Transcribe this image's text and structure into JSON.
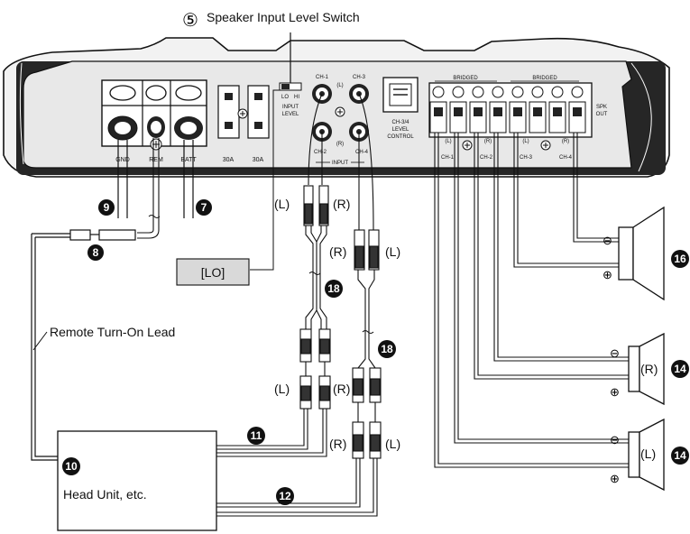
{
  "callouts": {
    "speaker_input_level_switch": {
      "number": "⑤",
      "label": "Speaker Input Level Switch"
    },
    "remote_lead_label": "Remote Turn-On Lead",
    "lo_box": "[LO]",
    "head_unit": "Head Unit, etc.",
    "badges": {
      "n7": "7",
      "n8": "8",
      "n9": "9",
      "n10": "10",
      "n11": "11",
      "n12": "12",
      "n14a": "14",
      "n14b": "14",
      "n16": "16",
      "n18a": "18",
      "n18b": "18"
    }
  },
  "amplifier": {
    "terminals": {
      "gnd": "GND",
      "rem": "REM",
      "batt": "BATT"
    },
    "fuses": [
      "30A",
      "30A"
    ],
    "input_switch": {
      "lo": "LO",
      "hi": "HI",
      "input": "INPUT",
      "level": "LEVEL"
    },
    "rca": {
      "ch1": "CH-1",
      "ch2": "CH-2",
      "ch3": "CH-3",
      "ch4": "CH-4",
      "l": "(L)",
      "r": "(R)",
      "input": "INPUT"
    },
    "level_control": [
      "CH-3/4",
      "LEVEL",
      "CONTROL"
    ],
    "bridged": [
      "BRIDGED",
      "BRIDGED"
    ],
    "spk_out": [
      "SPK",
      "OUT"
    ],
    "channel_labels": [
      "CH-1",
      "CH-2",
      "CH-3",
      "CH-4"
    ],
    "lr": [
      "(L)",
      "(R)",
      "(L)",
      "(R)"
    ]
  },
  "cable_labels": {
    "left_top_l": "(L)",
    "left_top_r": "(R)",
    "right_top_r": "(R)",
    "right_top_l": "(L)",
    "left_bottom_l": "(L)",
    "left_bottom_r": "(R)",
    "right_bottom_r": "(R)",
    "right_bottom_l": "(L)"
  },
  "speakers": {
    "minus": "⊖",
    "plus": "⊕",
    "r_label": "(R)",
    "l_label": "(L)"
  }
}
